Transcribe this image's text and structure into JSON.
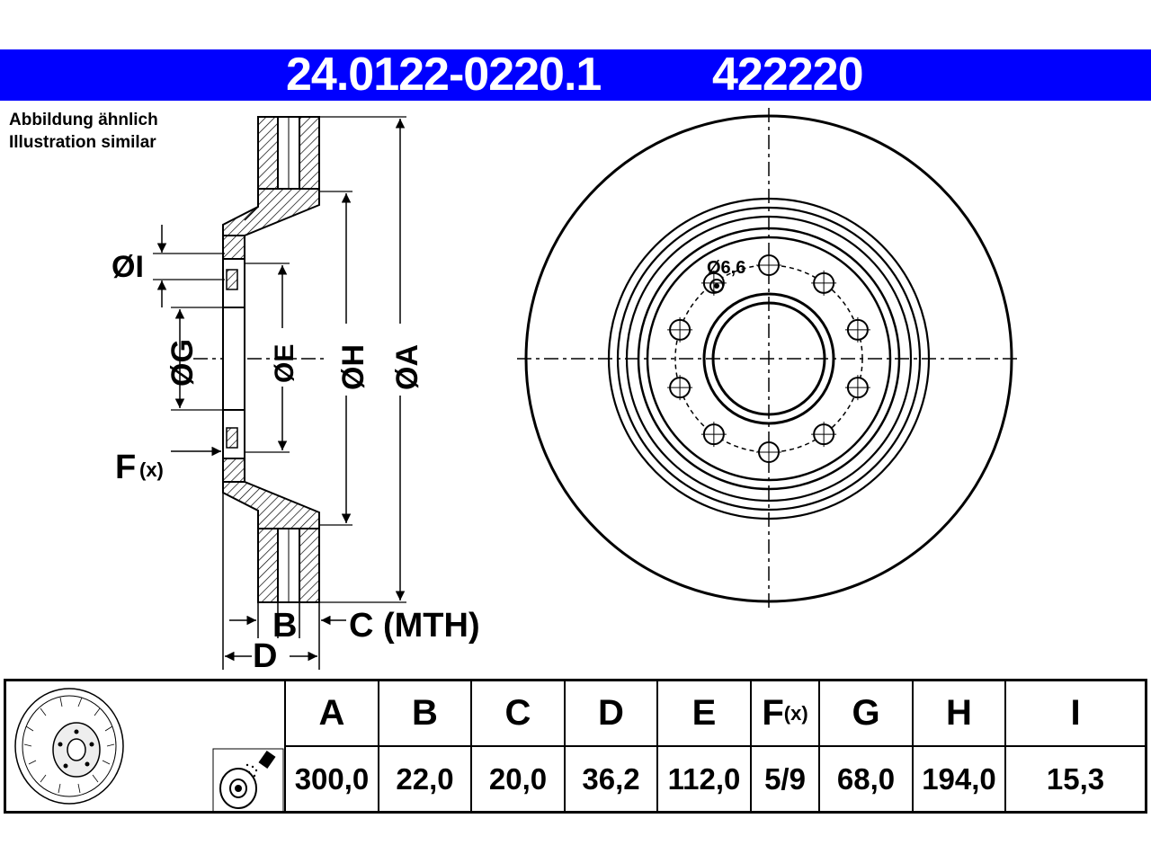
{
  "header": {
    "part_number": "24.0122-0220.1",
    "reference_number": "422220",
    "background_color": "#0000ff",
    "text_color": "#ffffff"
  },
  "notes": {
    "german": "Abbildung ähnlich",
    "english": "Illustration similar"
  },
  "section_view": {
    "labels": {
      "i": "ØI",
      "g": "ØG",
      "f": "F",
      "f_sub": "(x)",
      "e": "ØE",
      "h": "ØH",
      "a": "ØA",
      "b": "B",
      "c": "C (MTH)",
      "d": "D"
    }
  },
  "front_view": {
    "hole_label": "Ø6,6"
  },
  "table": {
    "columns": [
      {
        "label": "A",
        "value": "300,0"
      },
      {
        "label": "B",
        "value": "22,0"
      },
      {
        "label": "C",
        "value": "20,0"
      },
      {
        "label": "D",
        "value": "36,2"
      },
      {
        "label": "E",
        "value": "112,0"
      },
      {
        "label": "F",
        "sub": "(x)",
        "value": "5/9"
      },
      {
        "label": "G",
        "value": "68,0"
      },
      {
        "label": "H",
        "value": "194,0"
      },
      {
        "label": "I",
        "value": "15,3"
      }
    ]
  }
}
